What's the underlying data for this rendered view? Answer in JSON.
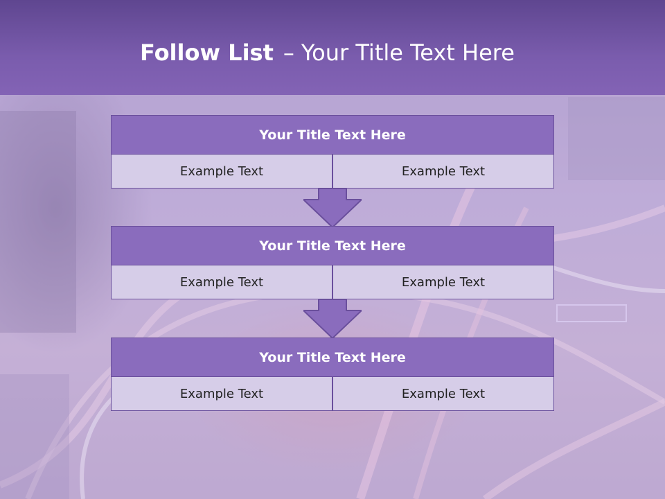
{
  "slide": {
    "title_bold": "Follow List",
    "title_separator": "–",
    "title_rest": "Your Title Text Here"
  },
  "flow": {
    "steps": [
      {
        "title": "Your Title Text Here",
        "left": "Example Text",
        "right": "Example Text"
      },
      {
        "title": "Your Title Text Here",
        "left": "Example Text",
        "right": "Example Text"
      },
      {
        "title": "Your Title Text Here",
        "left": "Example Text",
        "right": "Example Text"
      }
    ]
  },
  "colors": {
    "header": "#7a5cad",
    "block_title": "#8a6cbd",
    "block_cell": "#d6cde8",
    "arrow": "#8a6cbd"
  }
}
